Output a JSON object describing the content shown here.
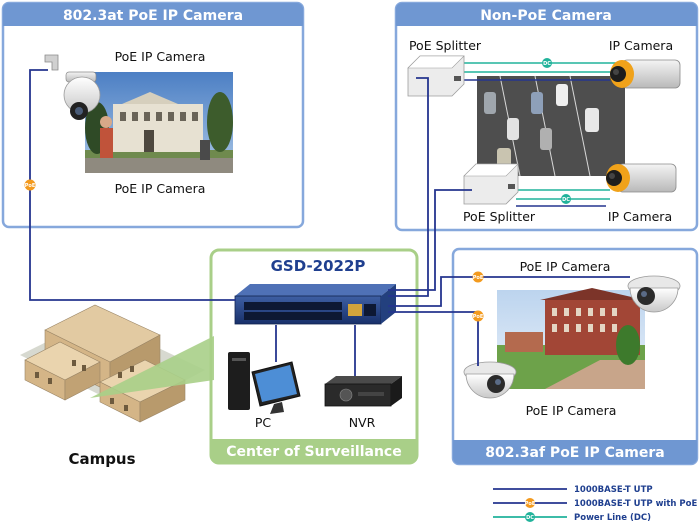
{
  "panels": {
    "poe_at": {
      "title": "802.3at PoE IP Camera",
      "camera_top": "PoE IP Camera",
      "camera_bottom": "PoE IP Camera"
    },
    "non_poe": {
      "title": "Non-PoE Camera",
      "splitter_top": "PoE Splitter",
      "camera_top": "IP Camera",
      "splitter_bottom": "PoE Splitter",
      "camera_bottom": "IP Camera"
    },
    "center": {
      "title": "GSD-2022P",
      "footer": "Center of Surveillance",
      "pc": "PC",
      "nvr": "NVR"
    },
    "poe_af": {
      "title": "802.3af PoE IP Camera",
      "camera_top": "PoE IP Camera",
      "camera_bottom": "PoE IP Camera"
    }
  },
  "campus": {
    "label": "Campus"
  },
  "badges": {
    "poe": "PoE",
    "dc": "DC"
  },
  "legend": [
    {
      "text": "1000BASE-T UTP",
      "kind": "utp"
    },
    {
      "text": "1000BASE-T UTP with PoE",
      "kind": "poe"
    },
    {
      "text": "Power Line (DC)",
      "kind": "dc"
    }
  ],
  "colors": {
    "panel_blue": "#6f97d2",
    "panel_border": "#86a8dc",
    "center_green": "#a9cf88",
    "utp": "#25358f",
    "poe_badge": "#f39a1e",
    "dc_line": "#21b39b"
  }
}
